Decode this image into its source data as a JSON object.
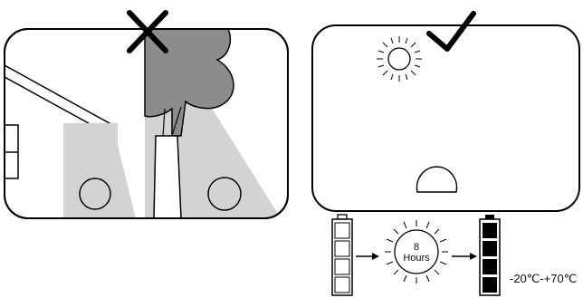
{
  "diagram": {
    "bad_placement": {
      "mark": "cross-mark-icon",
      "scene": "shaded-by-tree-and-house"
    },
    "good_placement": {
      "mark": "check-mark-icon",
      "scene": "open-sunlight"
    },
    "charge": {
      "hours_number": "8",
      "hours_text": "Hours",
      "temperature_range": "-20℃-+70℃"
    }
  }
}
